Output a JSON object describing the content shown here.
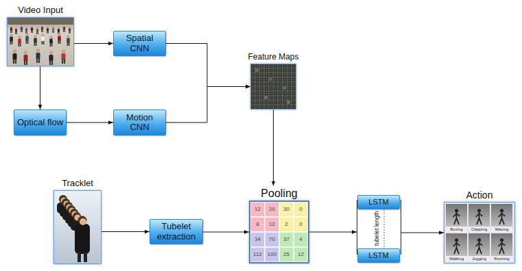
{
  "diagram": {
    "nodes": [
      {
        "text": [
          "Video Input"
        ]
      },
      {
        "text": [
          "Spatial CNN"
        ]
      },
      {
        "text": [
          "Optical flow"
        ]
      },
      {
        "text": [
          "Motion CNN"
        ]
      },
      {
        "text": [
          "Feature Maps"
        ]
      },
      {
        "text": [
          "Tracklet"
        ]
      },
      {
        "text": [
          "Tubelet extraction"
        ]
      },
      {
        "text": [
          "Pooling"
        ]
      },
      {
        "text": [
          "tubelet length"
        ]
      },
      {
        "text": [
          "LSTM"
        ],
        "in": 8
      },
      {
        "text": [
          "LSTM"
        ],
        "in": 8
      },
      {
        "text": [
          "Action"
        ]
      }
    ],
    "edges": [
      {
        "from": 0,
        "to": 1,
        "arrow": "to"
      },
      {
        "from": 0,
        "to": 2,
        "arrow": "to"
      },
      {
        "from": 2,
        "to": 3,
        "arrow": "to"
      },
      {
        "from": 1,
        "to": 4,
        "arrow": "to"
      },
      {
        "from": 3,
        "to": 4,
        "arrow": "to"
      },
      {
        "from": 4,
        "to": 7,
        "arrow": "to"
      },
      {
        "from": 5,
        "to": 6,
        "arrow": "to"
      },
      {
        "from": 6,
        "to": 7,
        "arrow": "to"
      },
      {
        "from": 7,
        "to": 8,
        "arrow": "to"
      },
      {
        "from": 8,
        "to": 11,
        "arrow": "to"
      }
    ],
    "labels": [
      "12",
      "20",
      "30",
      "0",
      "8",
      "12",
      "2",
      "0",
      "34",
      "70",
      "37",
      "4",
      "112",
      "100",
      "25",
      "12",
      "Boxing",
      "Clapping",
      "Waving",
      "Walking",
      "Jogging",
      "Running"
    ]
  }
}
